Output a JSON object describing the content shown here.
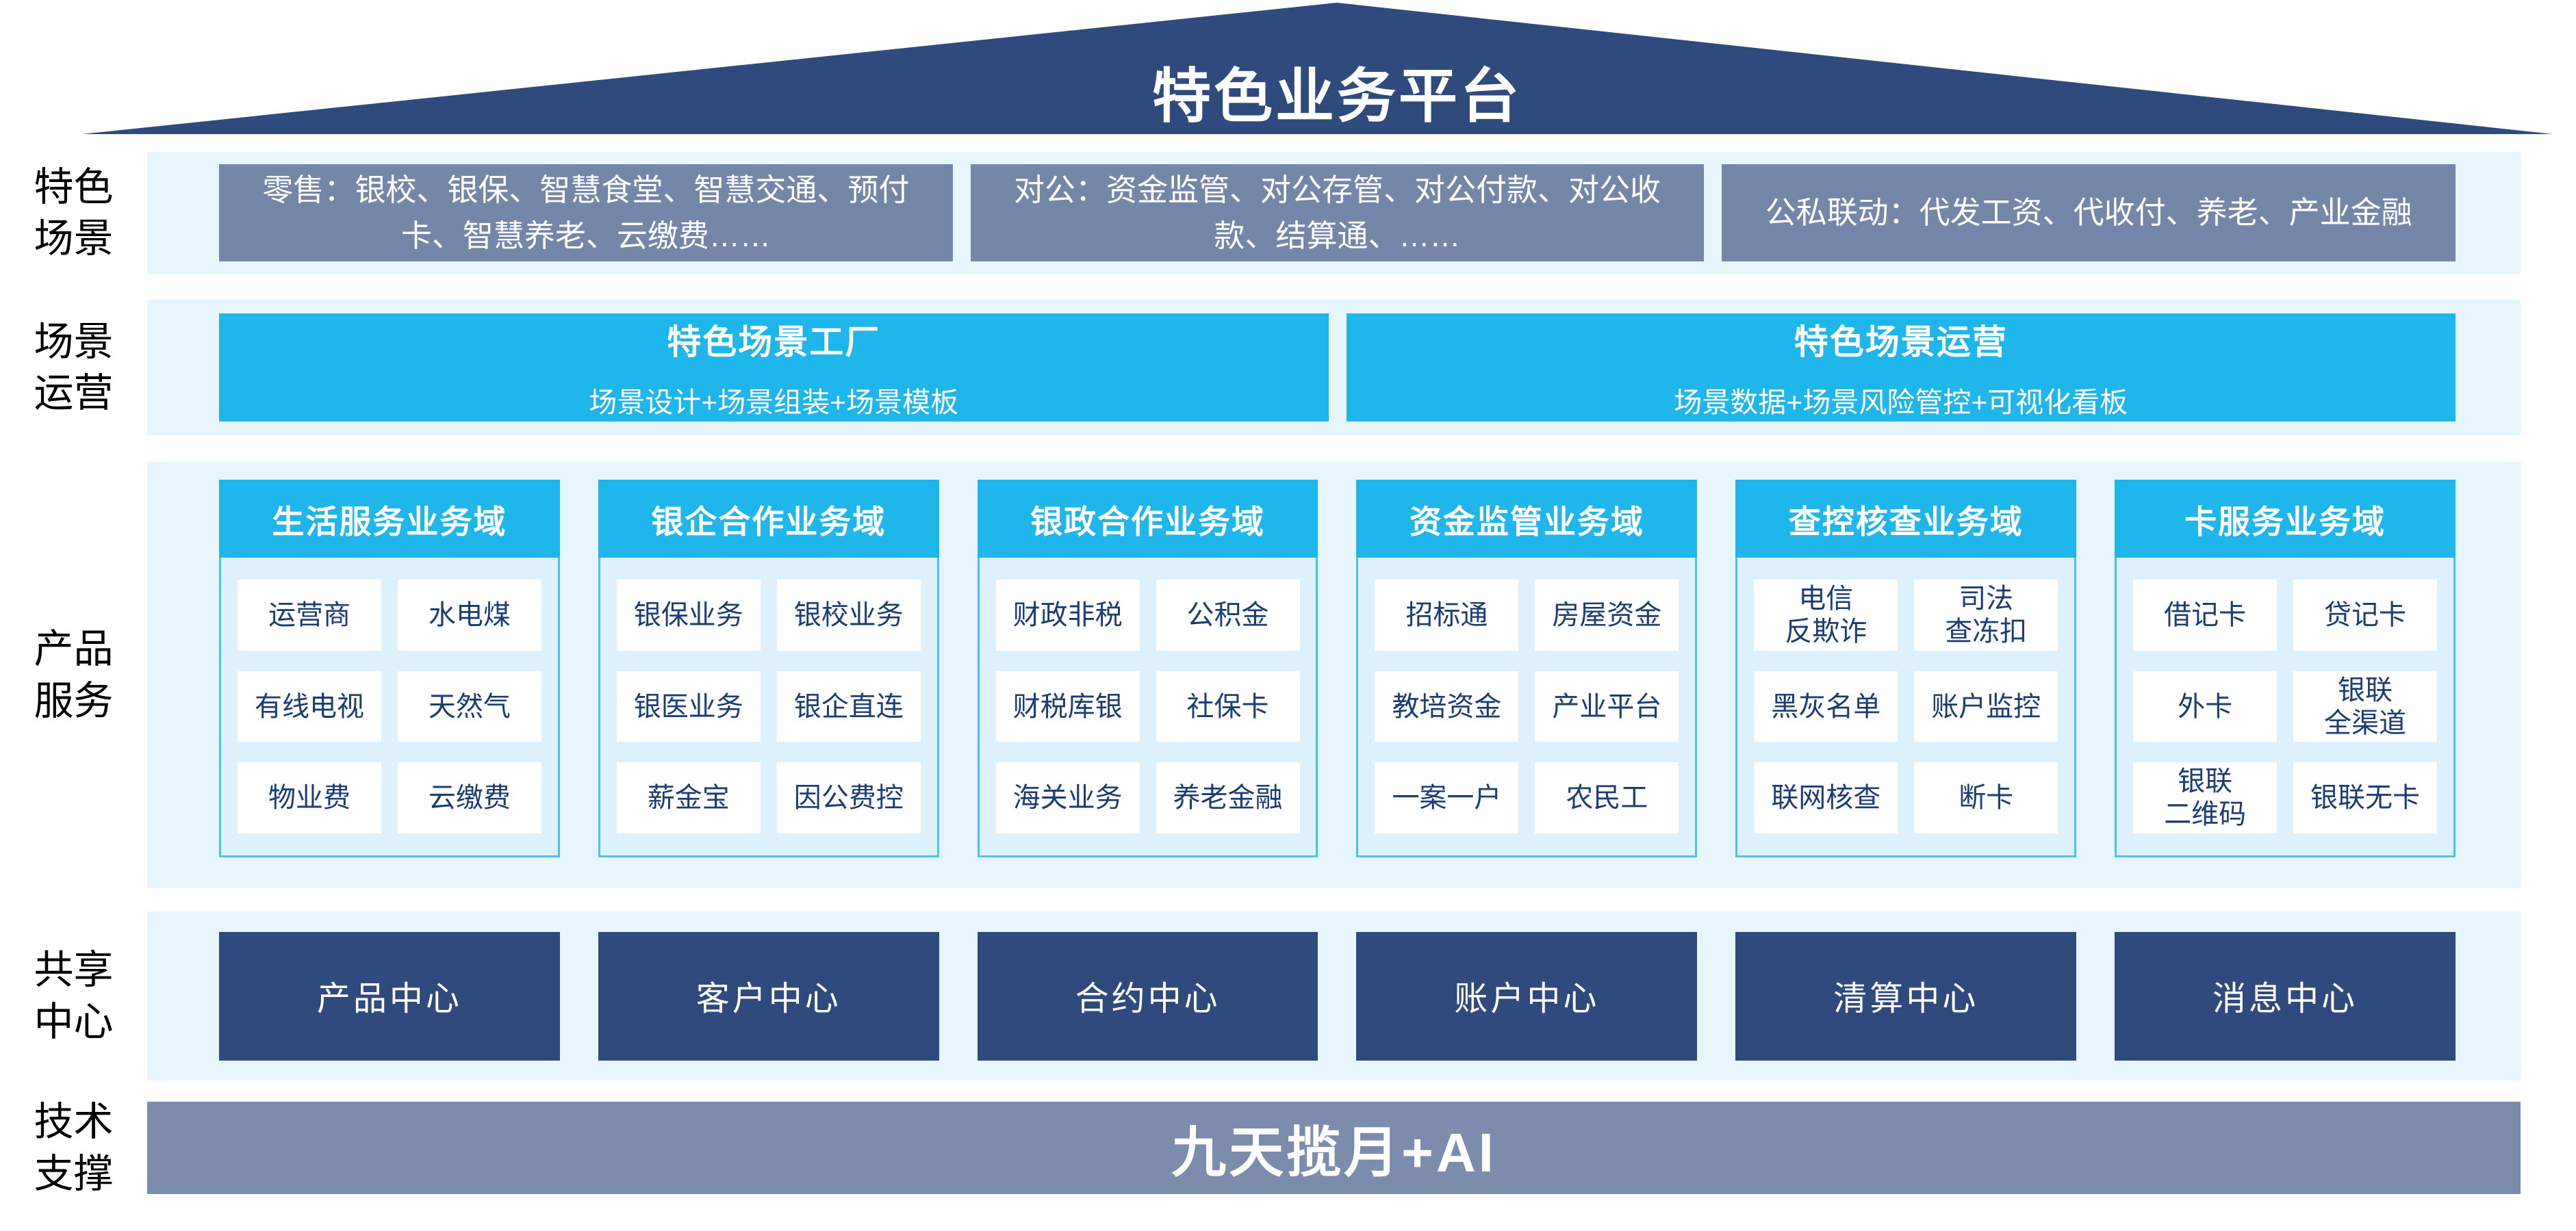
{
  "roof": {
    "title": "特色业务平台"
  },
  "colors": {
    "navy": "#2F4B7D",
    "cyan": "#1FB7EB",
    "slate_box": "#7487A8",
    "band_bg": "#E7F5FD",
    "panel_bg": "#DDF2FC",
    "panel_border": "#4BC2EF",
    "cell_text": "#1C3C74",
    "tech_bar_bg": "#7B8CAD"
  },
  "rows": {
    "scenes": {
      "label": "特色\n场景",
      "boxes": [
        "零售：银校、银保、智慧食堂、智慧交通、预付卡、智慧养老、云缴费……",
        "对公：资金监管、对公存管、对公付款、对公收款、结算通、……",
        "公私联动：代发工资、代收付、养老、产业金融"
      ]
    },
    "operation": {
      "label": "场景\n运营",
      "boxes": [
        {
          "title": "特色场景工厂",
          "subtitle": "场景设计+场景组装+场景模板"
        },
        {
          "title": "特色场景运营",
          "subtitle": "场景数据+场景风险管控+可视化看板"
        }
      ]
    },
    "products": {
      "label": "产品\n服务",
      "columns": [
        {
          "header": "生活服务业务域",
          "cells": [
            "运营商",
            "水电煤",
            "有线电视",
            "天然气",
            "物业费",
            "云缴费"
          ]
        },
        {
          "header": "银企合作业务域",
          "cells": [
            "银保业务",
            "银校业务",
            "银医业务",
            "银企直连",
            "薪金宝",
            "因公费控"
          ]
        },
        {
          "header": "银政合作业务域",
          "cells": [
            "财政非税",
            "公积金",
            "财税库银",
            "社保卡",
            "海关业务",
            "养老金融"
          ]
        },
        {
          "header": "资金监管业务域",
          "cells": [
            "招标通",
            "房屋资金",
            "教培资金",
            "产业平台",
            "一案一户",
            "农民工"
          ]
        },
        {
          "header": "查控核查业务域",
          "cells": [
            "电信\n反欺诈",
            "司法\n查冻扣",
            "黑灰名单",
            "账户监控",
            "联网核查",
            "断卡"
          ]
        },
        {
          "header": "卡服务业务域",
          "cells": [
            "借记卡",
            "贷记卡",
            "外卡",
            "银联\n全渠道",
            "银联\n二维码",
            "银联无卡"
          ]
        }
      ]
    },
    "shared": {
      "label": "共享\n中心",
      "centers": [
        "产品中心",
        "客户中心",
        "合约中心",
        "账户中心",
        "清算中心",
        "消息中心"
      ]
    },
    "tech": {
      "label": "技术\n支撑",
      "bar": "九天揽月+AI"
    }
  }
}
